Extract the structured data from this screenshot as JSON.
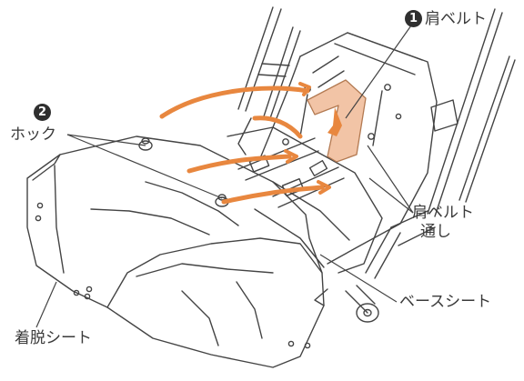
{
  "labels": {
    "shoulder_belt": "肩ベルト",
    "hook": "ホック",
    "belt_slot_line1": "肩ベルト",
    "belt_slot_line2": "通し",
    "base_seat": "ベースシート",
    "detachable_seat": "着脱シート"
  },
  "badges": {
    "step1": "1",
    "step2": "2"
  },
  "colors": {
    "arrow": "#e8873f",
    "belt": "#f2c4a6",
    "line": "#444444",
    "badge": "#2f2f2f"
  }
}
